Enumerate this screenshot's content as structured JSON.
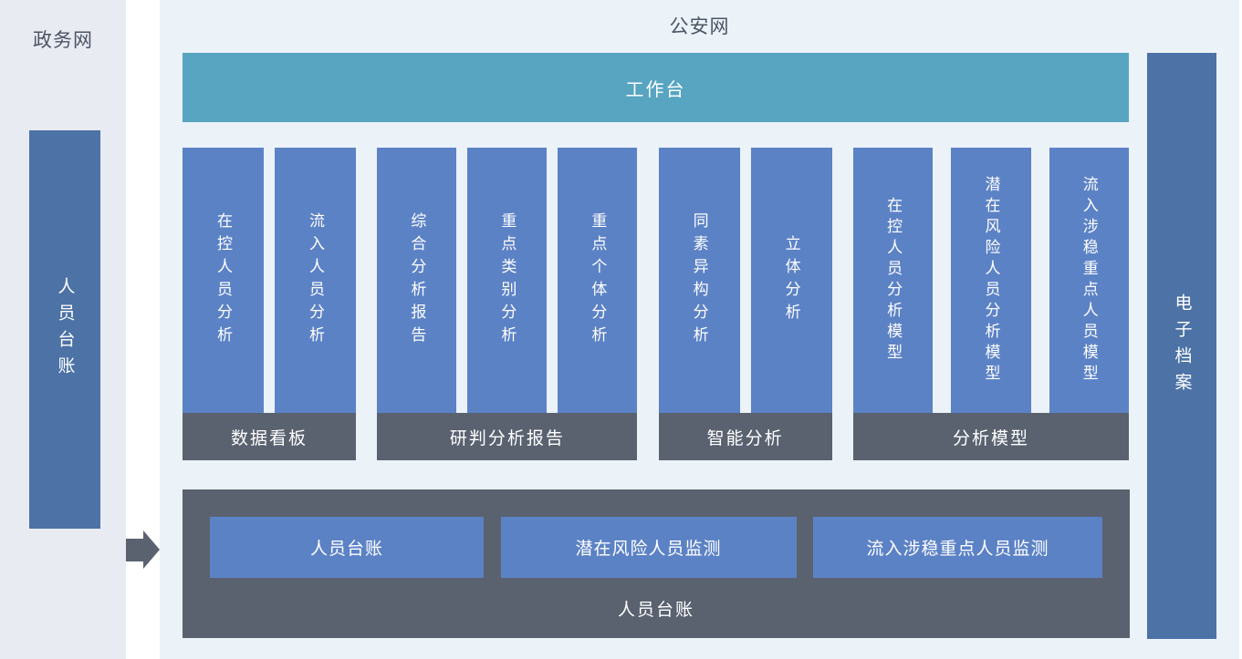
{
  "colors": {
    "left_panel_bg": "#e9ebf3",
    "main_panel_bg": "#ebf2f8",
    "teal_bar": "#57a5c1",
    "module_block": "#5c82c6",
    "side_bar": "#4c72a6",
    "dark_box": "#5a6270",
    "title_text": "#4b5565"
  },
  "left_panel": {
    "title": "政务网",
    "bar_label": "人员台账"
  },
  "main_panel": {
    "title": "公安网",
    "workbench_label": "工作台",
    "groups": [
      {
        "name": "数据看板",
        "columns": [
          "在控人员分析",
          "流入人员分析"
        ]
      },
      {
        "name": "研判分析报告",
        "columns": [
          "综合分析报告",
          "重点类别分析",
          "重点个体分析"
        ]
      },
      {
        "name": "智能分析",
        "columns": [
          "同素异构分析",
          "立体分析"
        ]
      },
      {
        "name": "分析模型",
        "columns": [
          "在控人员分析模型",
          "潜在风险人员分析模型",
          "流入涉稳重点人员模型"
        ]
      }
    ],
    "bottom_box": {
      "buttons": [
        "人员台账",
        "潜在风险人员监测",
        "流入涉稳重点人员监测"
      ],
      "label": "人员台账"
    },
    "right_bar_label": "电子档案"
  }
}
